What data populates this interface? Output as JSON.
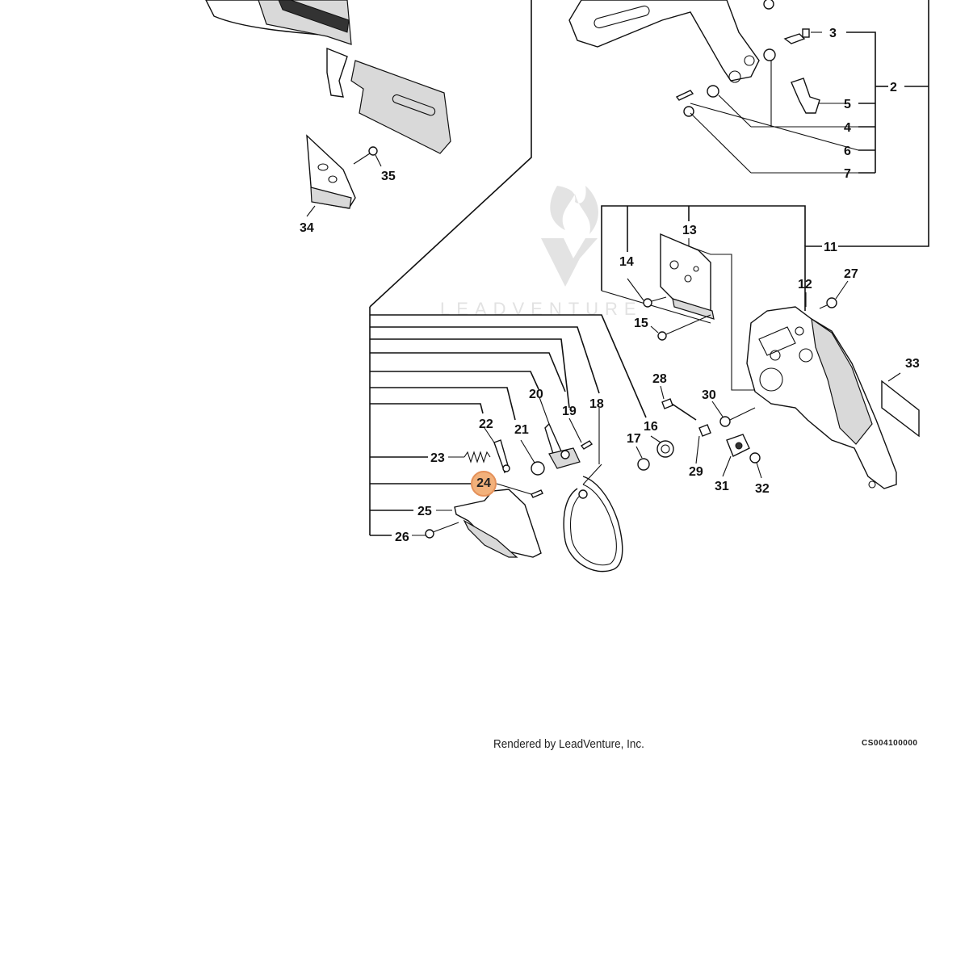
{
  "labels": [
    "2",
    "3",
    "4",
    "5",
    "6",
    "7",
    "11",
    "12",
    "13",
    "14",
    "15",
    "16",
    "17",
    "18",
    "19",
    "20",
    "21",
    "22",
    "23",
    "24",
    "25",
    "26",
    "27",
    "28",
    "29",
    "30",
    "31",
    "32",
    "33",
    "34",
    "35"
  ],
  "highlighted_part": "24",
  "watermark": "LEADVENTURE",
  "footer": {
    "credit": "Rendered by LeadVenture, Inc.",
    "diagram_code": "CS004100000"
  },
  "colors": {
    "highlight_fill": "#f2b17b",
    "highlight_border": "#e4915a",
    "line": "#111111"
  }
}
